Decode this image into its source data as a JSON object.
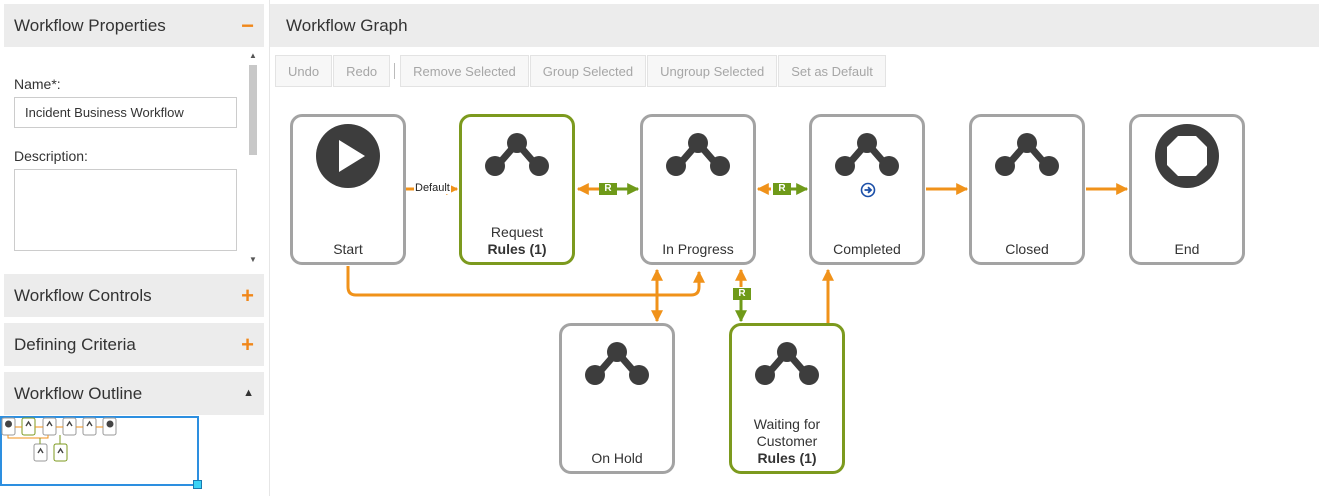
{
  "left": {
    "properties": {
      "title": "Workflow Properties",
      "toggle": "−",
      "name_label": "Name*:",
      "name_value": "Incident Business Workflow",
      "description_label": "Description:"
    },
    "controls": {
      "title": "Workflow Controls",
      "toggle": "+"
    },
    "criteria": {
      "title": "Defining Criteria",
      "toggle": "+"
    },
    "outline": {
      "title": "Workflow Outline",
      "toggle": "▲"
    }
  },
  "main": {
    "title": "Workflow Graph",
    "toolbar": [
      "Undo",
      "Redo",
      "Remove Selected",
      "Group Selected",
      "Ungroup Selected",
      "Set as Default"
    ]
  },
  "graph": {
    "nodes": {
      "start": {
        "name": "Start",
        "icon": "play-icon"
      },
      "request": {
        "name": "Request",
        "rules": "Rules (1)",
        "icon": "workflow-state-icon"
      },
      "in_progress": {
        "name": "In Progress",
        "icon": "workflow-state-icon"
      },
      "completed": {
        "name": "Completed",
        "icon": "workflow-state-icon"
      },
      "closed": {
        "name": "Closed",
        "icon": "workflow-state-icon"
      },
      "end": {
        "name": "End",
        "icon": "stop-icon"
      },
      "on_hold": {
        "name": "On Hold",
        "icon": "workflow-state-icon"
      },
      "waiting": {
        "name": "Waiting for Customer",
        "rules": "Rules (1)",
        "icon": "workflow-state-icon"
      }
    },
    "default_label": "Default",
    "rule_badge": "R",
    "colors": {
      "edge": "#f0921a",
      "rule_edge": "#6f9a19",
      "node_border": "#a3a3a3",
      "rule_node_border": "#7c9a1e"
    }
  }
}
